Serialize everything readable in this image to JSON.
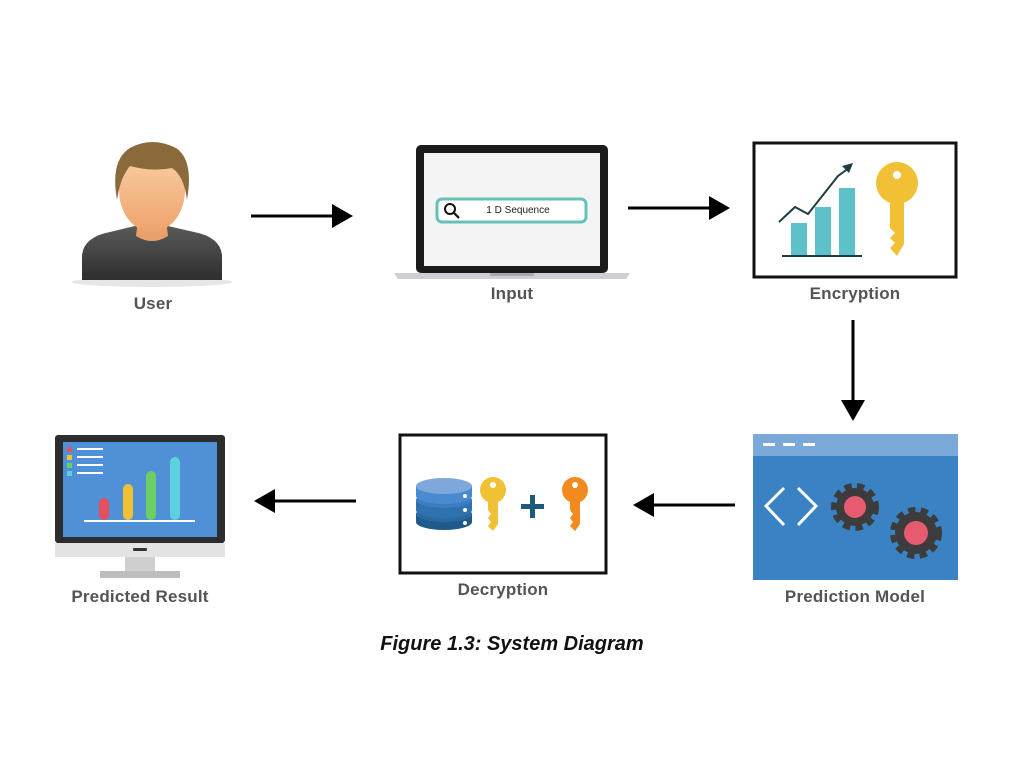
{
  "figure": {
    "caption": "Figure 1.3: System Diagram"
  },
  "nodes": {
    "user": {
      "label": "User"
    },
    "input": {
      "label": "Input",
      "search_text": "1 D Sequence"
    },
    "encryption": {
      "label": "Encryption"
    },
    "prediction_model": {
      "label": "Prediction Model"
    },
    "decryption": {
      "label": "Decryption"
    },
    "predicted_result": {
      "label": "Predicted Result"
    }
  },
  "flow": [
    "user → input",
    "input → encryption",
    "encryption → prediction_model",
    "prediction_model → decryption",
    "decryption → predicted_result"
  ],
  "colors": {
    "label_text": "#545454",
    "arrow": "#000000",
    "teal": "#5ec1c9",
    "key_yellow": "#f2c034",
    "key_orange": "#f28a1e",
    "db_blue": "#3d7cc0",
    "panel_blue": "#3b82c4",
    "gear_dark": "#3c3c3c",
    "gear_pink": "#e65b6f"
  }
}
